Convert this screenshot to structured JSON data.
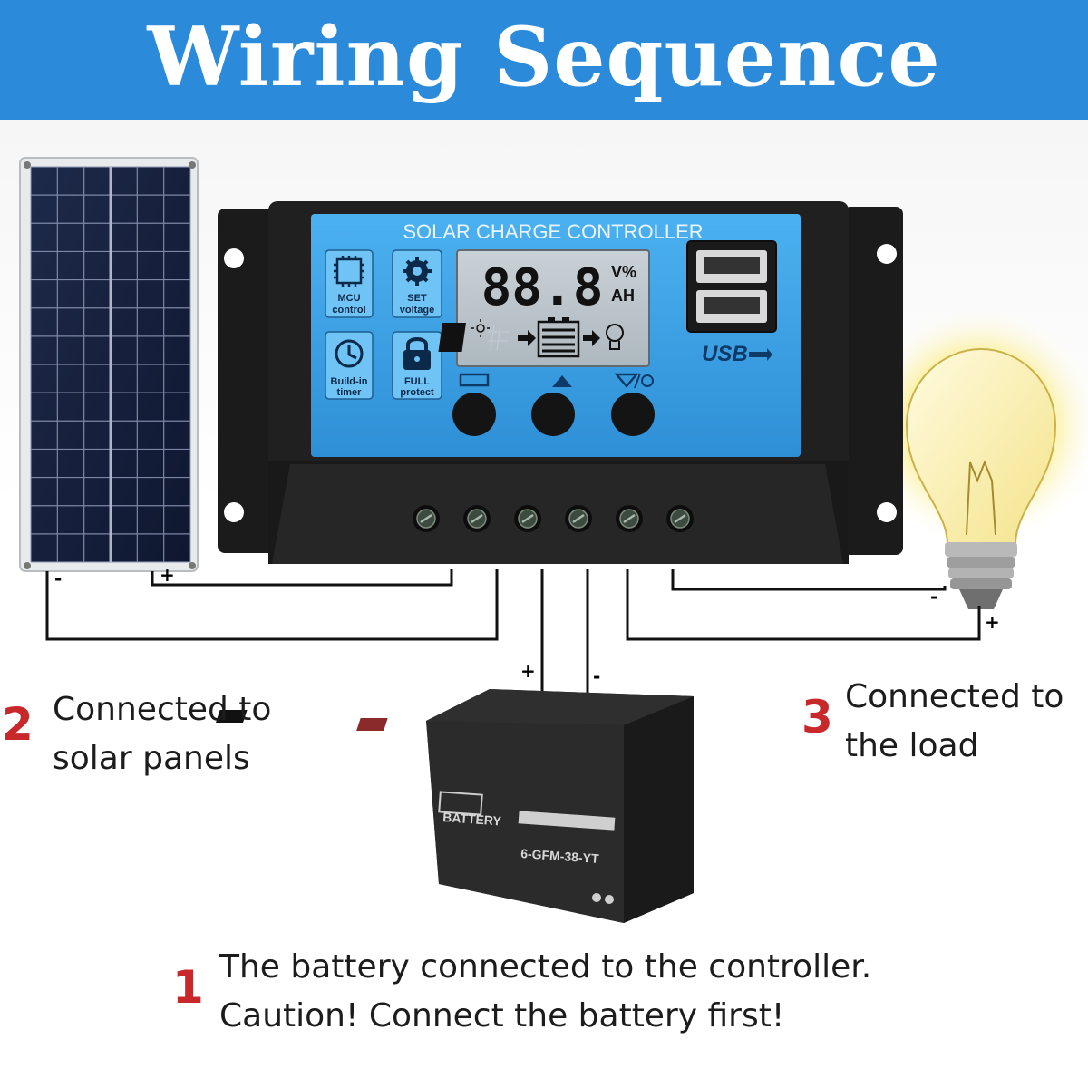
{
  "title": "Wiring Sequence",
  "controller": {
    "header": "SOLAR CHARGE CONTROLLER",
    "lcd_digits": "88.8",
    "lcd_unit_top": "V%",
    "lcd_unit_bottom": "AH",
    "usb_label": "USB",
    "features": [
      {
        "icon": "chip-icon",
        "line1": "MCU",
        "line2": "control"
      },
      {
        "icon": "gear-icon",
        "line1": "SET",
        "line2": "voltage"
      },
      {
        "icon": "clock-icon",
        "line1": "Build-in",
        "line2": "timer"
      },
      {
        "icon": "lock-icon",
        "line1": "FULL",
        "line2": "protect"
      }
    ]
  },
  "battery": {
    "brand": "BATTERY",
    "model": "6-GFM-38-YT"
  },
  "polarity": {
    "plus": "+",
    "minus": "-"
  },
  "steps": [
    {
      "number": "1",
      "line1": "The battery connected to the controller.",
      "line2": "Caution! Connect the battery first!"
    },
    {
      "number": "2",
      "line1": "Connected to",
      "line2": "solar panels"
    },
    {
      "number": "3",
      "line1": "Connected to",
      "line2": "the load"
    }
  ],
  "colors": {
    "banner": "#2b8ad9",
    "controller_face": "#3aa0e6",
    "step_number": "#c8282a"
  }
}
